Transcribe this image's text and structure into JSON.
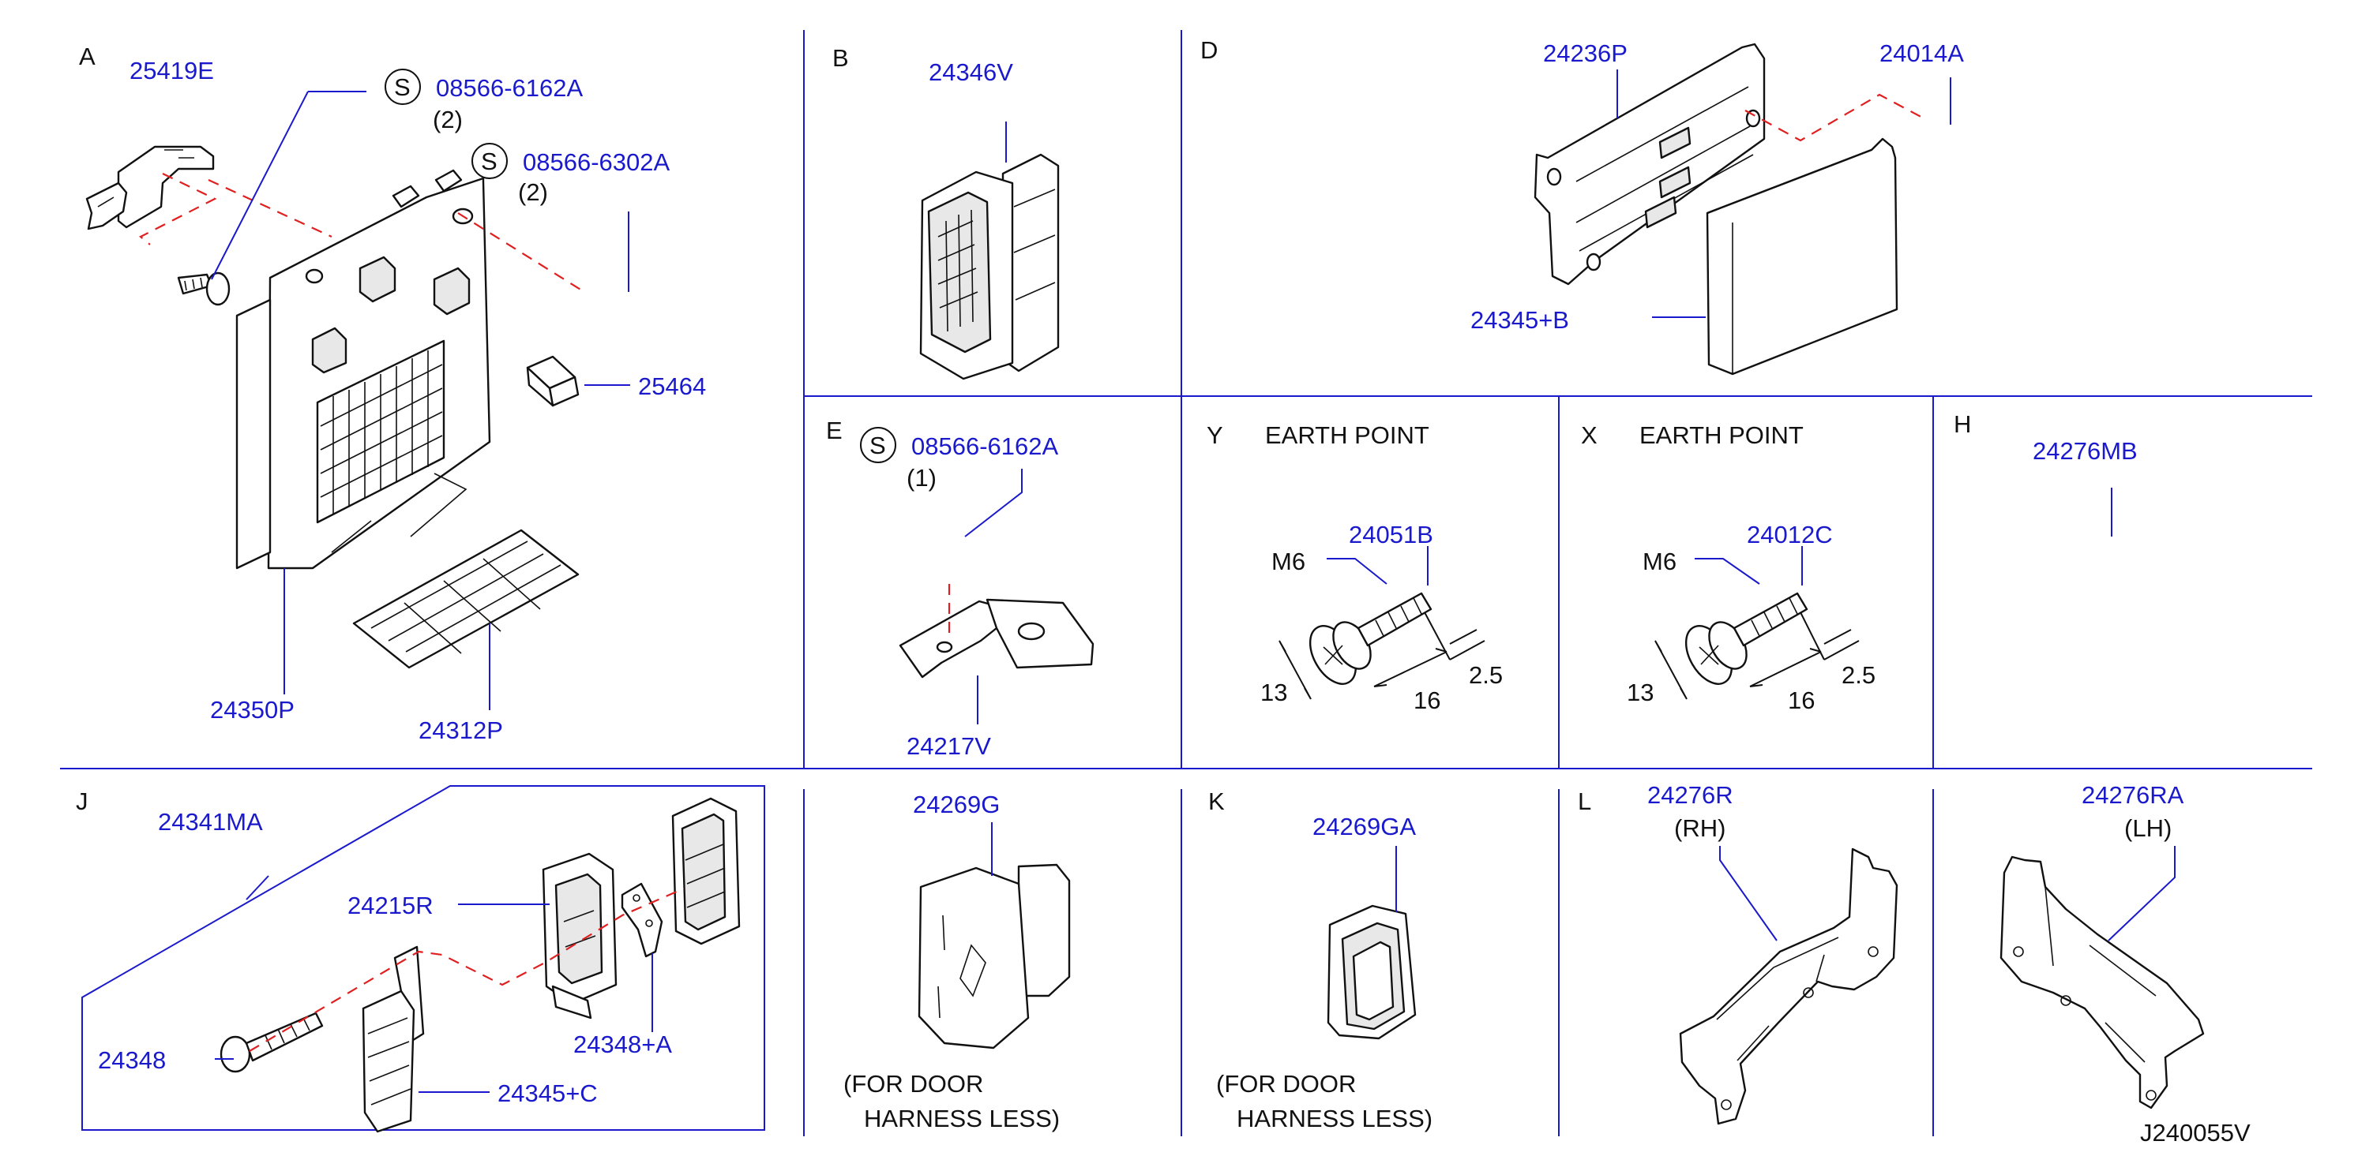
{
  "sections": {
    "A": "A",
    "B": "B",
    "D": "D",
    "E": "E",
    "Y": "Y",
    "X": "X",
    "H": "H",
    "J": "J",
    "K": "K",
    "L": "L"
  },
  "section_titles": {
    "Y": "EARTH   POINT",
    "X": "EARTH   POINT"
  },
  "parts": {
    "p25419E": "25419E",
    "p08566_6162A": "08566-6162A",
    "q2a": "(2)",
    "p08566_6302A": "08566-6302A",
    "q2b": "(2)",
    "p25464": "25464",
    "p24350P": "24350P",
    "p24312P": "24312P",
    "p24346V": "24346V",
    "p24236P": "24236P",
    "p24014A": "24014A",
    "p24345B": "24345+B",
    "pE_08566_6162A": "08566-6162A",
    "q1": "(1)",
    "p24217V": "24217V",
    "p24051B": "24051B",
    "p24012C": "24012C",
    "p24276MB": "24276MB",
    "p24341MA": "24341MA",
    "p24215R": "24215R",
    "p24348": "24348",
    "p24348A": "24348+A",
    "p24345C": "24345+C",
    "p24269G": "24269G",
    "p24269GA": "24269GA",
    "p24276R": "24276R",
    "p24276RA": "24276RA"
  },
  "symbols": {
    "s": "S"
  },
  "dims": {
    "y_m6": "M6",
    "y_13": "13",
    "y_16": "16",
    "y_25": "2.5",
    "x_m6": "M6",
    "x_13": "13",
    "x_16": "16",
    "x_25": "2.5"
  },
  "notes": {
    "rh": "(RH)",
    "lh": "(LH)",
    "door1_a": "(FOR   DOOR",
    "door1_b": "HARNESS   LESS)",
    "door2_a": "(FOR   DOOR",
    "door2_b": "HARNESS   LESS)",
    "code": "J240055V"
  },
  "colors": {
    "part_number": "#1a1acc",
    "divider": "#1a1acc",
    "centerline": "#e02020",
    "ink": "#111111"
  }
}
